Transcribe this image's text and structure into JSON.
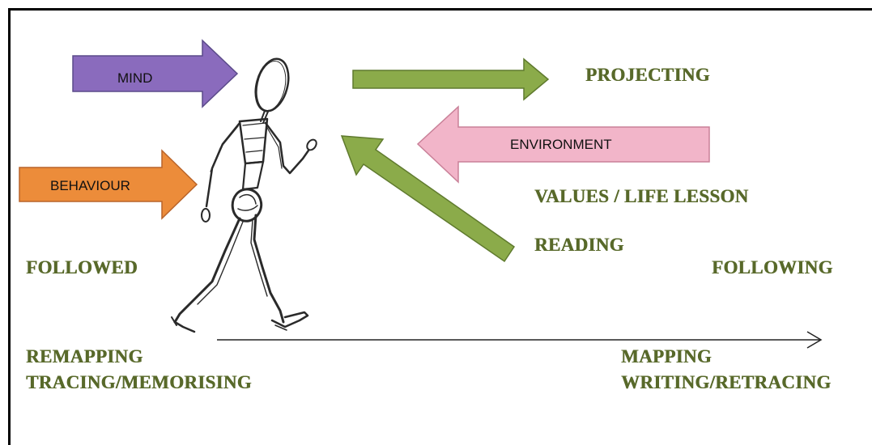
{
  "arrows": {
    "mind": {
      "label": "MIND",
      "color": "#8a6bbd"
    },
    "behaviour": {
      "label": "BEHAVIOUR",
      "color": "#ec8c3a"
    },
    "environment": {
      "label": "ENVIRONMENT",
      "color": "#f2b5c9"
    },
    "projecting_arrow": {
      "color": "#8bab4a"
    },
    "reading_arrow": {
      "color": "#8bab4a"
    }
  },
  "labels": {
    "projecting": "PROJECTING",
    "values": "VALUES / LIFE LESSON",
    "reading": "READING",
    "followed": "FOLLOWED",
    "following": "FOLLOWING",
    "remapping": "REMAPPING",
    "tracing": "TRACING/MEMORISING",
    "mapping": "MAPPING",
    "writing": "WRITING/RETRACING"
  },
  "figure": {
    "icon": "walking-stick-figure-icon"
  }
}
